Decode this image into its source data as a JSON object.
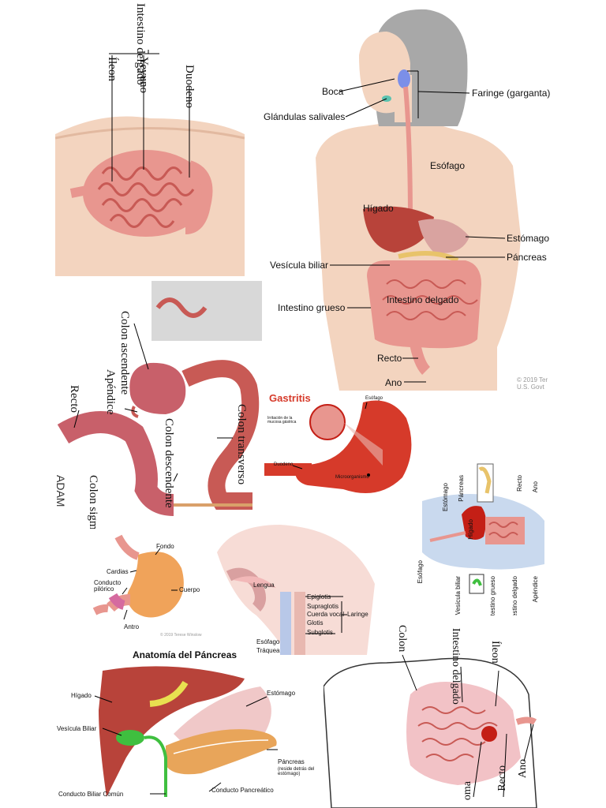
{
  "intestine_top": {
    "group": "Intestino delgado",
    "parts": [
      "Íleon",
      "Yeyuno",
      "Duodeno"
    ]
  },
  "digestive_system": {
    "labels": {
      "boca": "Boca",
      "glandulas": "Glándulas salivales",
      "faringe": "Faringe (garganta)",
      "esofago": "Esófago",
      "higado": "Hígado",
      "estomago": "Estómago",
      "pancreas": "Páncreas",
      "vesicula": "Vesícula biliar",
      "intestino_delgado": "Intestino delgado",
      "intestino_grueso": "Intestino grueso",
      "recto": "Recto",
      "ano": "Ano"
    },
    "copyright_1": "© 2019 Ter",
    "copyright_2": "U.S. Govt"
  },
  "colon": {
    "labels": {
      "ascendente": "Colon ascendente",
      "apendice": "Apéndice",
      "recto": "Recto",
      "descendente": "Colon descendente",
      "transverso": "Colon transverso",
      "sigmoides": "Colon sigmoides"
    },
    "logo": "ADAM"
  },
  "gastritis": {
    "title": "Gastritis",
    "labels": {
      "esofago": "Esófago",
      "irritacion": "Irritación de la mucosa gástrica",
      "duodeno": "Duodeno",
      "microorganismo": "Microorganismo"
    }
  },
  "side_view": {
    "labels": [
      "Estómago",
      "Páncreas",
      "Recto",
      "Ano",
      "Esófago",
      "Hígado",
      "Vesícula biliar",
      "Intestino grueso",
      "Intestino delgado",
      "Apéndice"
    ]
  },
  "stomach": {
    "labels": {
      "fondo": "Fondo",
      "cardias": "Cardias",
      "conducto": "Conducto pilórico",
      "cuerpo": "Cuerpo",
      "antro": "Antro"
    },
    "copyright": "© 2019 Terese Winslow"
  },
  "larynx": {
    "labels": {
      "lengua": "Lengua",
      "epiglotis": "Epiglotis",
      "supraglotis": "Supraglotis",
      "cuerda": "Cuerda vocal",
      "glotis": "Glotis",
      "subglotis": "Subglotis",
      "laringe": "Laringe",
      "esofago": "Esófago",
      "traquea": "Tráquea"
    }
  },
  "pancreas_anatomy": {
    "title": "Anatomía del Páncreas",
    "labels": {
      "higado": "Hígado",
      "vesicula": "Vesícula Biliar",
      "estomago": "Estómago",
      "pancreas": "Páncreas",
      "pancreas_note": "(reside detrás del estómago)",
      "conducto_comun": "Conducto Biliar Común",
      "conducto_pancreatico": "Conducto Pancreático"
    }
  },
  "torso_bottom": {
    "labels": {
      "colon": "Colon",
      "intestino": "Intestino delgado",
      "ileon": "Íleon",
      "apendice": "oma",
      "recto": "Recto",
      "ano": "Ano"
    }
  },
  "colors": {
    "skin": "#f3d4bf",
    "intestine": "#e8968f",
    "intestine_dark": "#c85a55",
    "liver": "#b8433a",
    "stomach_red": "#c41f16",
    "gall_green": "#3fbf3f",
    "pancreas_orange": "#e8a55a",
    "gastritis_red": "#d63a2a"
  }
}
